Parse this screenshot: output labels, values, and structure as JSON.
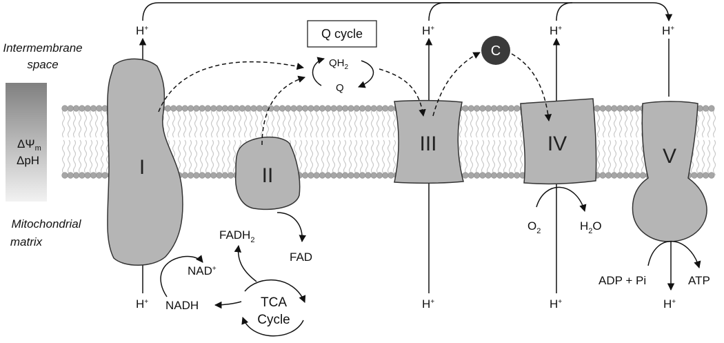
{
  "colors": {
    "complex_fill": "#b5b5b5",
    "outline": "#333333",
    "lipid_head": "#a6a6a6",
    "cyt_c_fill": "#3a3a3a",
    "gradient_top": "#808080",
    "gradient_bottom": "#f2f2f2"
  },
  "regions": {
    "intermembrane_line1": "Intermembrane",
    "intermembrane_line2": "space",
    "matrix_line1": "Mitochondrial",
    "matrix_line2": "matrix"
  },
  "gradient": {
    "potential": "ΔΨ",
    "potential_sub": "m",
    "ph": "ΔpH"
  },
  "complexes": [
    {
      "label": "I"
    },
    {
      "label": "II"
    },
    {
      "label": "III"
    },
    {
      "label": "IV"
    },
    {
      "label": "V"
    }
  ],
  "q_cycle": {
    "title": "Q cycle",
    "qh2_base": "QH",
    "qh2_sub": "2",
    "q": "Q"
  },
  "cytochrome_c": {
    "label": "C"
  },
  "proton": {
    "base": "H",
    "plus": "+"
  },
  "complex_i": {
    "nad": "NAD",
    "nad_plus": "+",
    "nadh": "NADH"
  },
  "complex_ii": {
    "fadh2_base": "FADH",
    "fadh2_sub": "2",
    "fad": "FAD"
  },
  "tca": {
    "line1": "TCA",
    "line2": "Cycle"
  },
  "complex_iv": {
    "o2_base": "O",
    "o2_sub": "2",
    "h2o_h": "H",
    "h2o_sub": "2",
    "h2o_o": "O"
  },
  "complex_v": {
    "adp_pi": "ADP + Pi",
    "atp": "ATP"
  }
}
